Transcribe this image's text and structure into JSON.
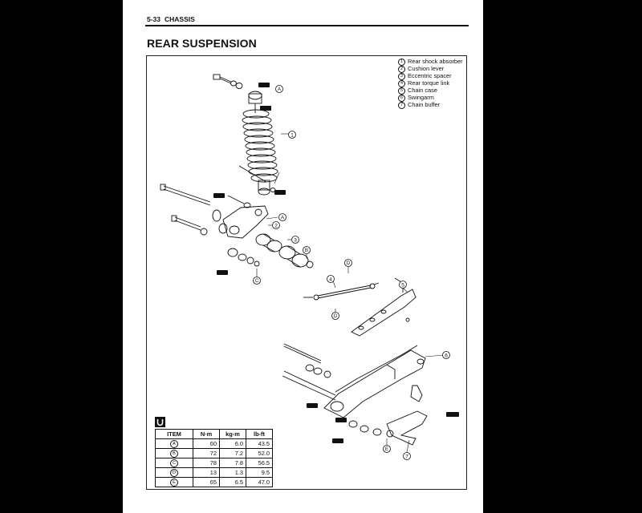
{
  "header": {
    "page_number": "5-33",
    "section": "CHASSIS"
  },
  "title": "REAR SUSPENSION",
  "legend": [
    {
      "num": "1",
      "label": "Rear shock absorber"
    },
    {
      "num": "2",
      "label": "Cushion lever"
    },
    {
      "num": "3",
      "label": "Eccentric spacer"
    },
    {
      "num": "4",
      "label": "Rear torque link"
    },
    {
      "num": "5",
      "label": "Chain case"
    },
    {
      "num": "6",
      "label": "Swingarm"
    },
    {
      "num": "7",
      "label": "Chain buffer"
    }
  ],
  "callouts": {
    "part_numbers": [
      "1",
      "2",
      "3",
      "4",
      "5",
      "6",
      "7"
    ],
    "torque_letters": [
      "A",
      "B",
      "C",
      "D",
      "E"
    ]
  },
  "torque_table": {
    "headers": [
      "ITEM",
      "N·m",
      "kg-m",
      "lb-ft"
    ],
    "rows": [
      {
        "item": "A",
        "nm": "60",
        "kgm": "6.0",
        "lbft": "43.5"
      },
      {
        "item": "B",
        "nm": "72",
        "kgm": "7.2",
        "lbft": "52.0"
      },
      {
        "item": "C",
        "nm": "78",
        "kgm": "7.8",
        "lbft": "56.5"
      },
      {
        "item": "D",
        "nm": "13",
        "kgm": "1.3",
        "lbft": "9.5"
      },
      {
        "item": "E",
        "nm": "65",
        "kgm": "6.5",
        "lbft": "47.0"
      }
    ]
  }
}
